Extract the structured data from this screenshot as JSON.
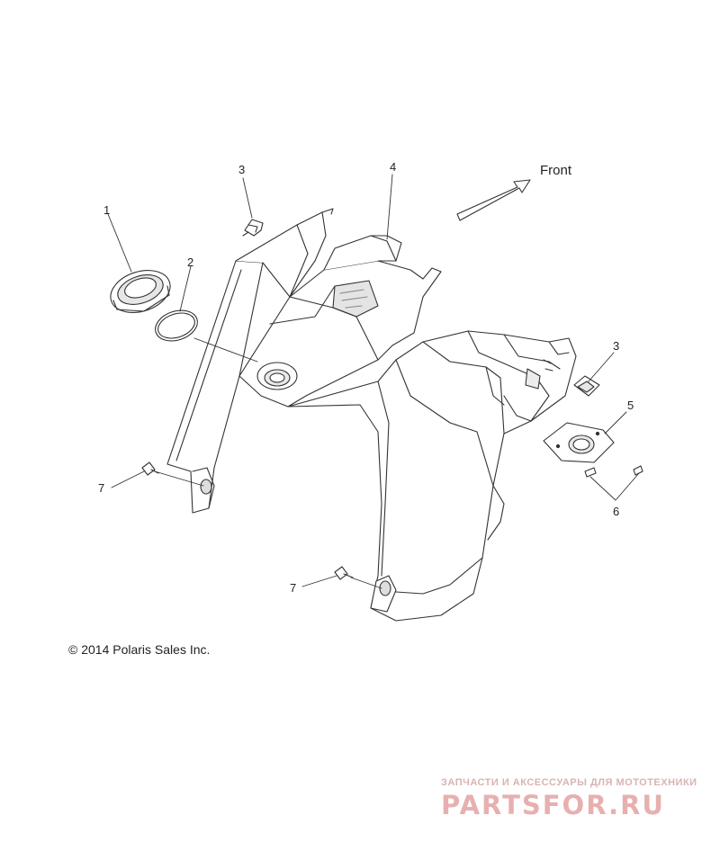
{
  "diagram": {
    "direction_label": "Front",
    "callouts": [
      "1",
      "2",
      "3",
      "4",
      "3",
      "5",
      "6",
      "7",
      "7"
    ],
    "copyright": "© 2014 Polaris Sales Inc."
  },
  "watermark": {
    "tagline": "ЗАПЧАСТИ И АКСЕССУАРЫ ДЛЯ МОТОТЕХНИКИ",
    "logo": "PARTSFOR.RU"
  },
  "colors": {
    "line": "#333333",
    "fill": "#ffffff",
    "shade": "#d9d9d9",
    "watermark": "#e7b0b0"
  }
}
